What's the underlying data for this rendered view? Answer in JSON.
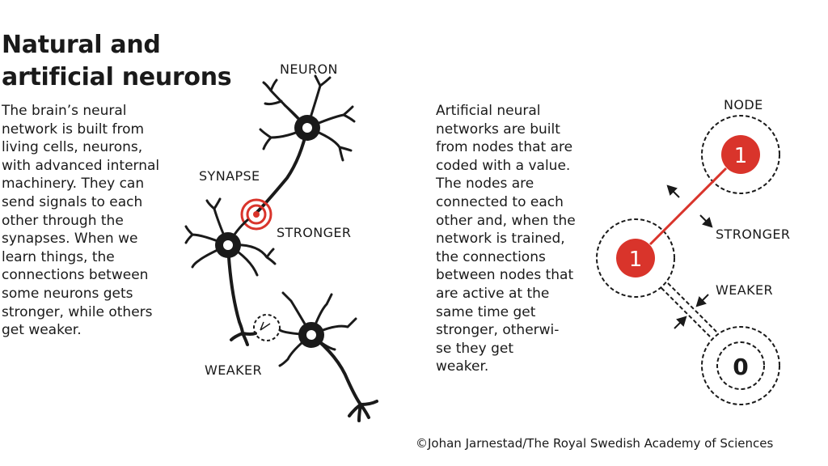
{
  "title": "Natural and\nartificial neurons",
  "left_text": "The brain’s neural\nnetwork is built from\nliving cells, neurons,\nwith advanced internal\nmachinery. They can\nsend signals to each\nother through the\nsynapses. When we\nlearn things, the\nconnections between\nsome neurons gets\nstronger, while others\nget weaker.",
  "right_text": "Artificial neural\nnetworks are built\nfrom nodes that are\ncoded with a value.\nThe nodes are\nconnected to each\nother and, when the\nnetwork is trained,\nthe connections\nbetween nodes that\nare active at the\nsame time get\nstronger, otherwi-\nse they get\nweaker.",
  "neuron_labels": {
    "neuron": "NEURON",
    "synapse": "SYNAPSE",
    "stronger": "STRONGER",
    "weaker": "WEAKER"
  },
  "node_labels": {
    "node": "NODE",
    "stronger": "STRONGER",
    "weaker": "WEAKER"
  },
  "nodes": {
    "top_value": "1",
    "middle_value": "1",
    "bottom_value": "0"
  },
  "credit": "©Johan Jarnestad/The Royal Swedish Academy of Sciences",
  "colors": {
    "accent_red": "#d9342b",
    "ink": "#1a1a1a",
    "background": "#ffffff"
  }
}
